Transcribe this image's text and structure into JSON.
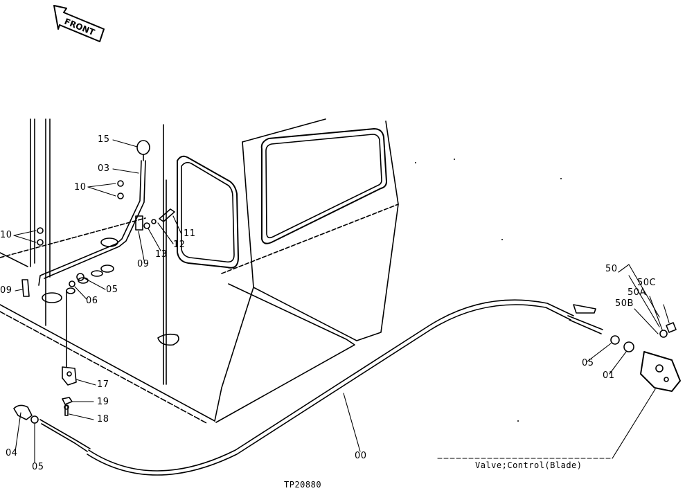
{
  "front_arrow": {
    "text": "FRONT"
  },
  "drawing_id": "TP20880",
  "valve_label": "Valve;Control(Blade)",
  "callouts": {
    "c15": "15",
    "c03": "03",
    "c10a": "10",
    "c10b": "10",
    "c11": "11",
    "c12": "12",
    "c13": "13",
    "c09a": "09",
    "c09b": "09",
    "c05a": "05",
    "c06": "06",
    "c17": "17",
    "c19": "19",
    "c18": "18",
    "c04": "04",
    "c05b": "05",
    "c00": "00",
    "c50": "50",
    "c50c": "50C",
    "c50a": "50A",
    "c50b": "50B",
    "c05c": "05",
    "c01": "01"
  }
}
